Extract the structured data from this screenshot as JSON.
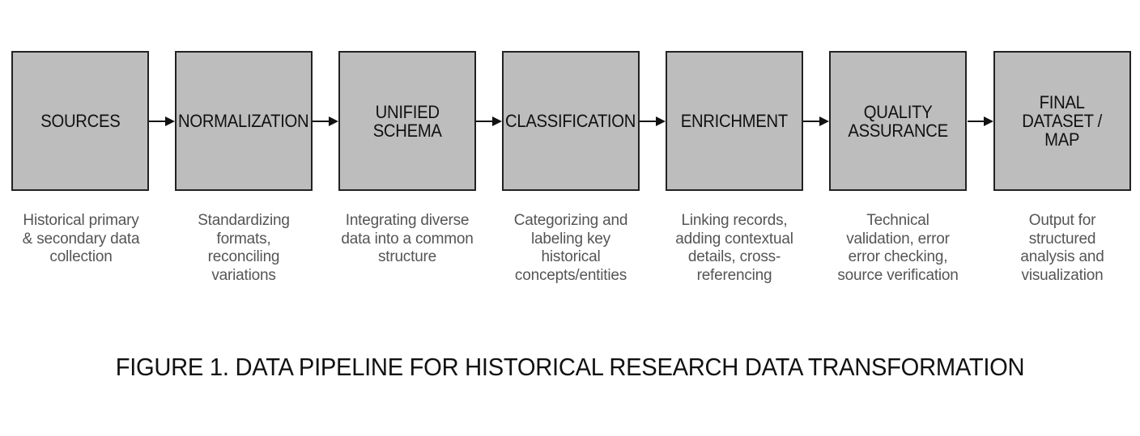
{
  "diagram": {
    "type": "linear-pipeline",
    "stages": [
      {
        "label": "SOURCES",
        "description": "Historical primary\n& secondary data\ncollection"
      },
      {
        "label": "NORMALIZATION",
        "description": "Standardizing\nformats,\nreconciling\nvariations"
      },
      {
        "label": "UNIFIED\nSCHEMA",
        "description": "Integrating diverse\ndata into a common\nstructure"
      },
      {
        "label": "CLASSIFICATION",
        "description": "Categorizing and\nlabeling key\nhistorical\nconcepts/entities"
      },
      {
        "label": "ENRICHMENT",
        "description": "Linking records,\nadding contextual\ndetails, cross-\nreferencing"
      },
      {
        "label": "QUALITY\nASSURANCE",
        "description": "Technical\nvalidation, error\nerror checking,\nsource verification"
      },
      {
        "label": "FINAL\nDATASET /\nMAP",
        "description": "Output for\nstructured\nanalysis and\nvisualization"
      }
    ],
    "edges": [
      {
        "from": "SOURCES",
        "to": "NORMALIZATION"
      },
      {
        "from": "NORMALIZATION",
        "to": "UNIFIED SCHEMA"
      },
      {
        "from": "UNIFIED SCHEMA",
        "to": "CLASSIFICATION"
      },
      {
        "from": "CLASSIFICATION",
        "to": "ENRICHMENT"
      },
      {
        "from": "ENRICHMENT",
        "to": "QUALITY ASSURANCE"
      },
      {
        "from": "QUALITY ASSURANCE",
        "to": "FINAL DATASET / MAP"
      }
    ],
    "caption": "FIGURE 1. DATA PIPELINE FOR HISTORICAL RESEARCH DATA TRANSFORMATION",
    "colors": {
      "box_fill": "#bdbdbd",
      "box_border": "#222222",
      "arrow": "#111111",
      "description_text": "#555555"
    }
  }
}
